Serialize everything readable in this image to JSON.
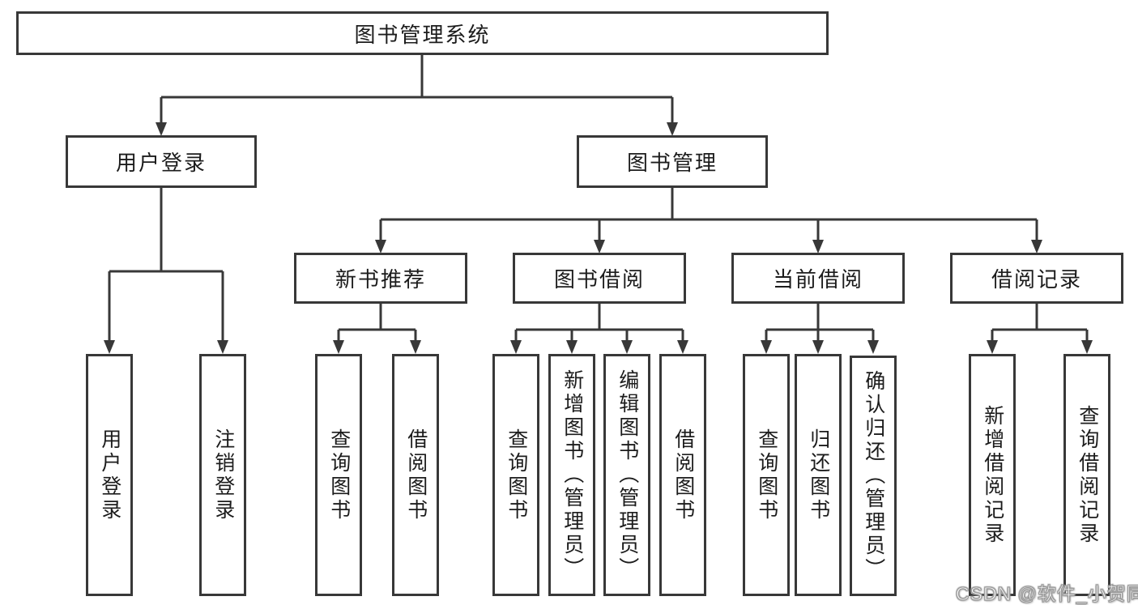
{
  "diagram": {
    "root": "图书管理系统",
    "level1": {
      "user_login": "用户登录",
      "book_mgmt": "图书管理"
    },
    "level2": {
      "new_books": "新书推荐",
      "book_borrow": "图书借阅",
      "current_borrow": "当前借阅",
      "borrow_records": "借阅记录"
    },
    "leaves": {
      "user_login": [
        "用户登录",
        "注销登录"
      ],
      "new_books": [
        "查询图书",
        "借阅图书"
      ],
      "book_borrow": [
        "查询图书",
        "新增图书（管理员）",
        "编辑图书（管理员）",
        "借阅图书"
      ],
      "current_borrow": [
        "查询图书",
        "归还图书",
        "确认归还（管理员）"
      ],
      "borrow_records": [
        "新增借阅记录",
        "查询借阅记录"
      ]
    }
  },
  "watermark": "CSDN @软件_小贺同学",
  "colors": {
    "line": "#383838",
    "text": "#1c1c1c",
    "background": "#ffffff",
    "watermark_stroke": "#9a9a9a"
  }
}
